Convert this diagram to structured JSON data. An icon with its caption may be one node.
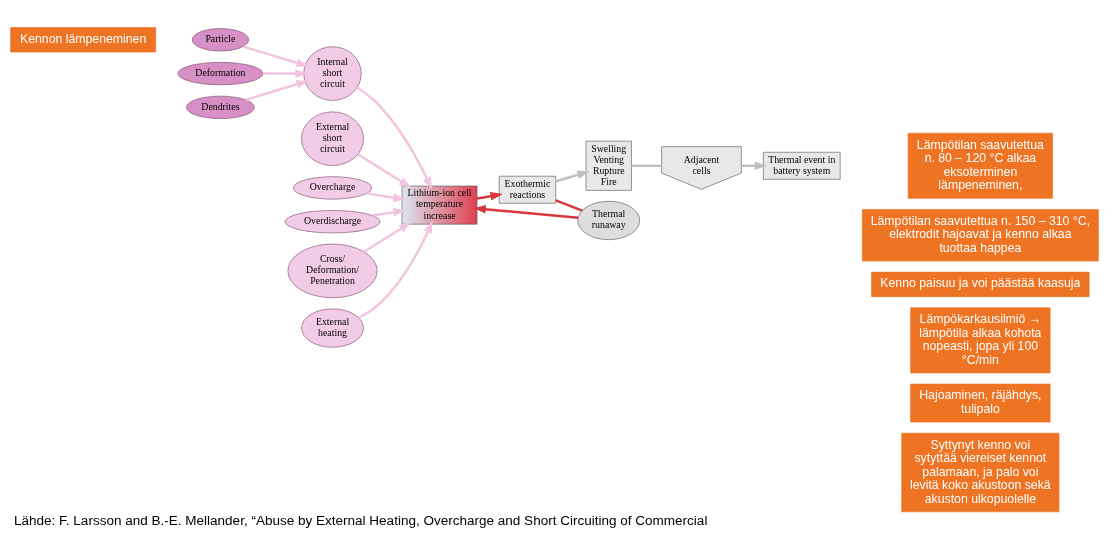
{
  "diagram": {
    "caption": "Lähde: F. Larsson and B.-E. Mellander, “Abuse by External Heating, Overcharge and Short Circuiting of Commercial",
    "nodes": [
      {
        "text": [
          "Kennon lämpeneminen"
        ]
      },
      {
        "text": [
          "Lämpötilan saavutettua n. 80 – 120 °C alkaa eksoterminen lämpeneminen,"
        ]
      },
      {
        "text": [
          "Lämpötilan saavutettua n. 150 – 310 °C, elektrodit hajoavat ja kenno alkaa tuottaa happea"
        ]
      },
      {
        "text": [
          "Kenno paisuu ja voi päästää kaasuja"
        ]
      },
      {
        "text": [
          "Lämpökarkausilmiö → lämpötila alkaa kohota nopeasti, jopa yli 100 °C/min"
        ]
      },
      {
        "text": [
          "Hajoaminen, räjähdys, tulipalo"
        ]
      },
      {
        "text": [
          "Syttynyt kenno voi sytyttää viereiset kennot palamaan, ja palo voi levitä koko akustoon sekä akuston ulkopuolelle"
        ]
      },
      {
        "text": [
          "Deformation"
        ]
      },
      {
        "text": [
          "Dendrites"
        ]
      },
      {
        "text": [
          "Particle"
        ]
      },
      {
        "text": [
          "Internal short circuit"
        ]
      },
      {
        "text": [
          "External short circuit"
        ]
      },
      {
        "text": [
          "Overcharge"
        ]
      },
      {
        "text": [
          "Overdischarge"
        ]
      },
      {
        "text": [
          "Cross/ Deformation/ Penetration"
        ]
      },
      {
        "text": [
          "External heating"
        ]
      },
      {
        "text": [
          "Lithium-ion cell temperature increase"
        ]
      },
      {
        "text": [
          "Exothermic reactions"
        ]
      },
      {
        "text": [
          "Swelling Venting Rupture Fire"
        ]
      },
      {
        "text": [
          "Adjacent cells"
        ]
      },
      {
        "text": [
          "Thermal event in battery system"
        ]
      },
      {
        "text": [
          "Thermal runaway"
        ]
      }
    ],
    "edges": [
      {
        "from": 7,
        "to": 10,
        "arrow": "to"
      },
      {
        "from": 8,
        "to": 10,
        "arrow": "to"
      },
      {
        "from": 9,
        "to": 10,
        "arrow": "to"
      },
      {
        "from": 10,
        "to": 16,
        "arrow": "to"
      },
      {
        "from": 11,
        "to": 16,
        "arrow": "to"
      },
      {
        "from": 12,
        "to": 16,
        "arrow": "to"
      },
      {
        "from": 13,
        "to": 16,
        "arrow": "to"
      },
      {
        "from": 14,
        "to": 16,
        "arrow": "to"
      },
      {
        "from": 15,
        "to": 16,
        "arrow": "to"
      },
      {
        "from": 16,
        "to": 17,
        "arrow": "to",
        "color": "#d9363e"
      },
      {
        "from": 17,
        "to": 18,
        "arrow": "to",
        "color": "#bfbfbf"
      },
      {
        "from": 18,
        "to": 19,
        "arrow": "none",
        "color": "#bfbfbf"
      },
      {
        "from": 19,
        "to": 20,
        "arrow": "to",
        "color": "#bfbfbf"
      },
      {
        "from": 17,
        "to": 21,
        "arrow": "none",
        "color": "#d9363e"
      },
      {
        "from": 21,
        "to": 16,
        "arrow": "to",
        "color": "#d9363e"
      }
    ]
  }
}
